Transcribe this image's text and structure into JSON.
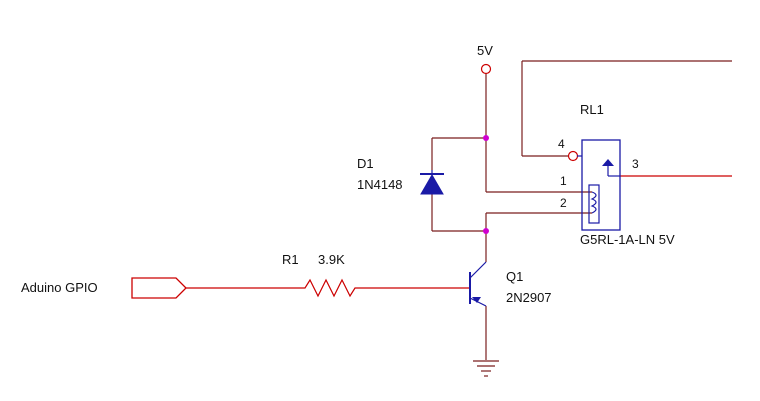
{
  "colors": {
    "wire": "#cc0000",
    "wire_dark": "#7a1f1f",
    "component": "#1a1aa6",
    "junction": "#d000d0",
    "label": "#111111"
  },
  "power": {
    "label": "5V"
  },
  "input_port": {
    "label": "Aduino GPIO"
  },
  "resistor": {
    "ref": "R1",
    "value": "3.9K"
  },
  "diode": {
    "ref": "D1",
    "part": "1N4148"
  },
  "transistor": {
    "ref": "Q1",
    "part": "2N2907"
  },
  "relay": {
    "ref": "RL1",
    "part": "G5RL-1A-LN 5V",
    "pins": {
      "p1": "1",
      "p2": "2",
      "p3": "3",
      "p4": "4"
    }
  },
  "icons": {
    "ground": "ground-icon",
    "power_pin": "power-pin-icon",
    "junction": "junction-dot-icon"
  }
}
